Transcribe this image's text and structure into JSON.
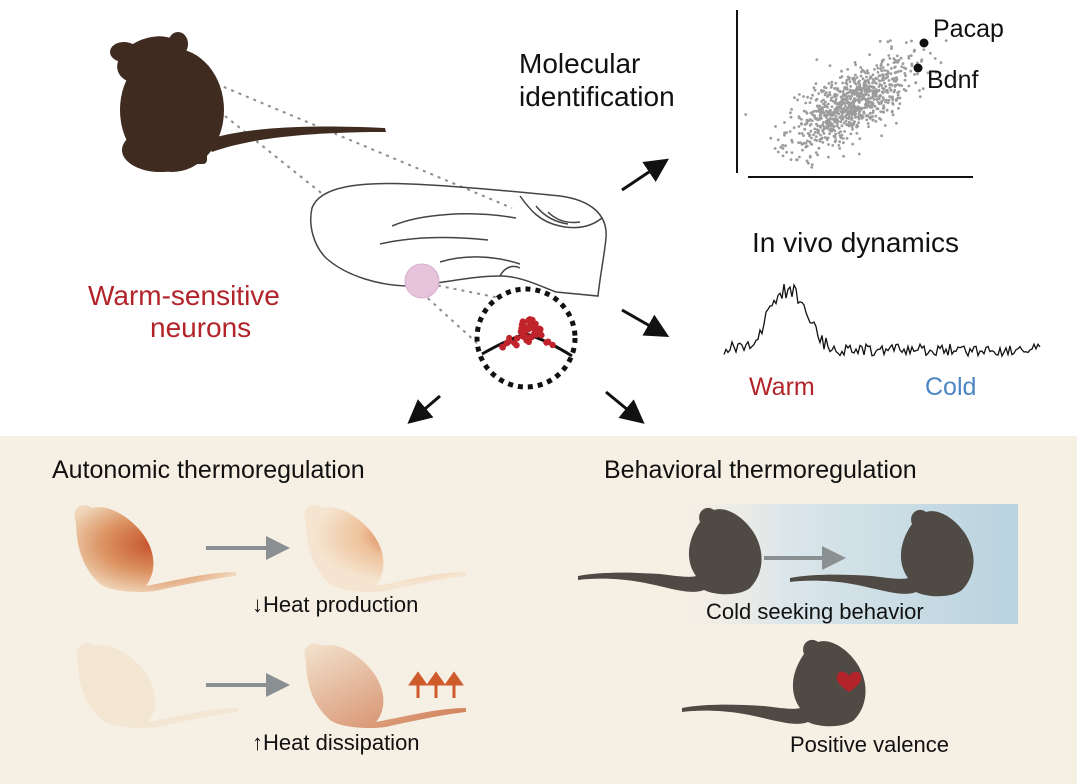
{
  "labels": {
    "molecular_line1": "Molecular",
    "molecular_line2": "identification",
    "gene_pacap": "Pacap",
    "gene_bdnf": "Bdnf",
    "in_vivo": "In vivo dynamics",
    "warm": "Warm",
    "cold": "Cold",
    "neurons_line1": "Warm-sensitive",
    "neurons_line2": "neurons",
    "autonomic_title": "Autonomic thermoregulation",
    "behavioral_title": "Behavioral thermoregulation",
    "heat_production": "Heat production",
    "heat_dissipation": "Heat dissipation",
    "cold_seeking": "Cold seeking behavior",
    "positive_valence": "Positive valence",
    "down_arrow_glyph": "↓",
    "up_arrow_glyph": "↑"
  },
  "colors": {
    "mouse_dark": "#3f2b20",
    "mouse_gray": "#4f4a44",
    "warm_red": "#b3232a",
    "cold_blue": "#4a86c4",
    "panel_bg": "#f6efe4",
    "cold_gradient": "#b9d3df",
    "heat_arrow": "#cf5a2c",
    "heart": "#b3232a"
  },
  "icons": [
    "mouse-silhouette-icon",
    "brain-outline-icon",
    "magnifier-circle-icon",
    "arrow-icon",
    "heart-icon"
  ]
}
